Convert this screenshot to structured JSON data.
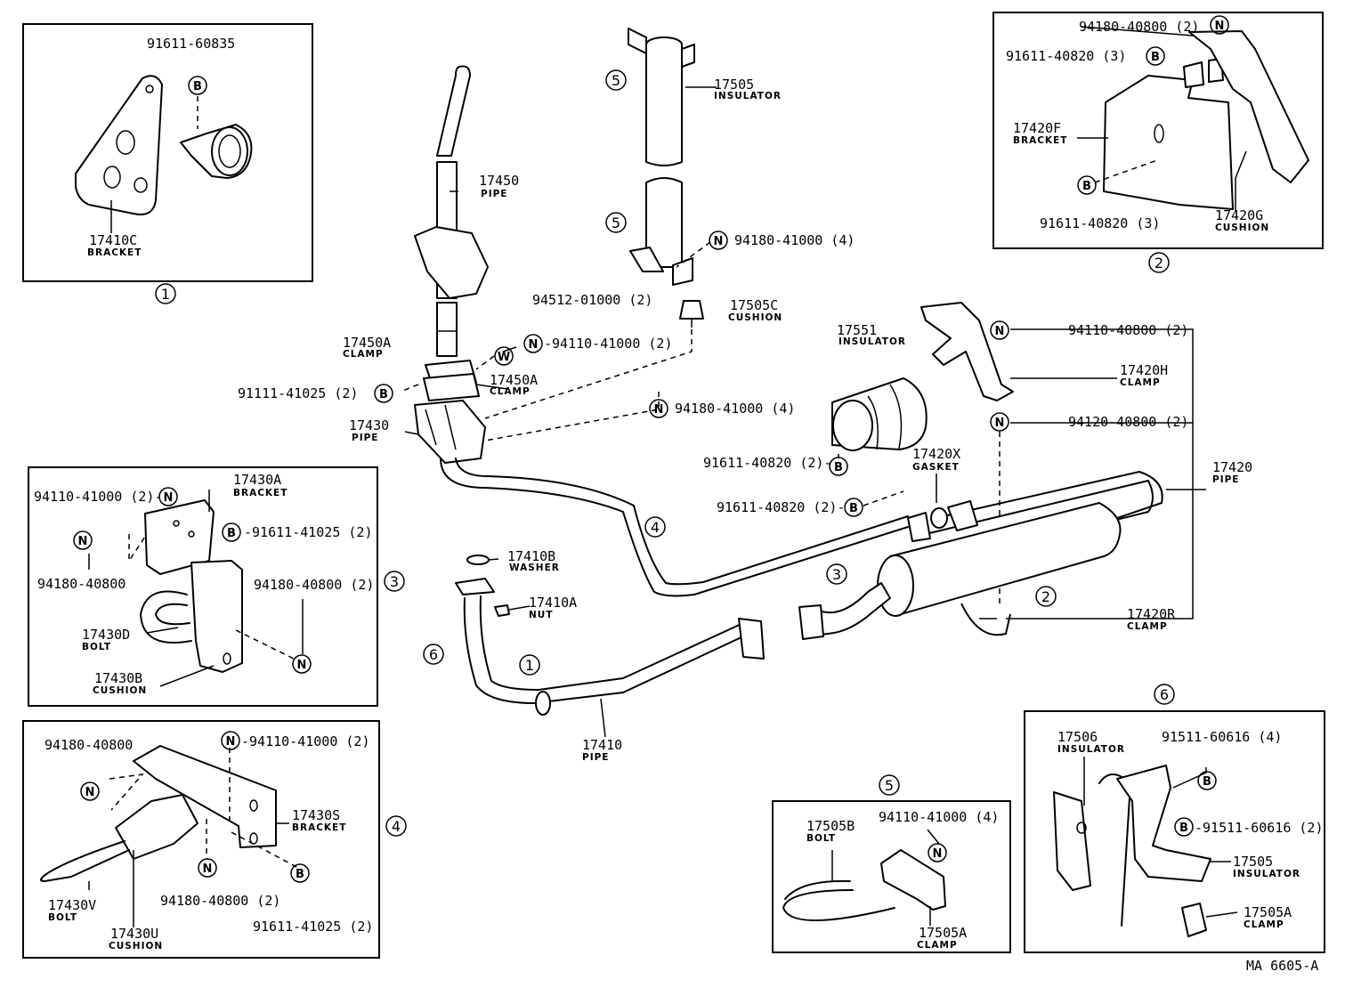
{
  "drawing_code": "MA 6605-A",
  "circle_numbers": [
    "1",
    "2",
    "3",
    "4",
    "5",
    "6"
  ],
  "symbols": {
    "bolt": "B",
    "nut": "N",
    "washer": "W"
  },
  "parts": {
    "p17410c": {
      "num": "17410C",
      "name": "BRACKET"
    },
    "p91611_60835": {
      "num": "91611-60835"
    },
    "p17450": {
      "num": "17450",
      "name": "PIPE"
    },
    "p17450a_1": {
      "num": "17450A",
      "name": "CLAMP"
    },
    "p17450a_2": {
      "num": "17450A",
      "name": "CLAMP"
    },
    "p91111_41025": {
      "num": "91111-41025 (2)"
    },
    "p17430": {
      "num": "17430",
      "name": "PIPE"
    },
    "p94512_01000": {
      "num": "94512-01000 (2)"
    },
    "p94110_41000_a": {
      "num": "-94110-41000 (2)"
    },
    "p17505_top": {
      "num": "17505",
      "name": "INSULATOR"
    },
    "p94180_41000_a": {
      "num": "94180-41000 (4)"
    },
    "p17505c": {
      "num": "17505C",
      "name": "CUSHION"
    },
    "p94180_41000_b": {
      "num": "94180-41000 (4)"
    },
    "p17551": {
      "num": "17551",
      "name": "INSULATOR"
    },
    "p91611_40820_a": {
      "num": "91611-40820 (2)-"
    },
    "p17420x": {
      "num": "17420X",
      "name": "GASKET"
    },
    "p91611_40820_b": {
      "num": "91611-40820 (2)-"
    },
    "p94110_40800": {
      "num": "94110-40800 (2)"
    },
    "p17420h": {
      "num": "17420H",
      "name": "CLAMP"
    },
    "p94120_40800": {
      "num": "94120-40800 (2)"
    },
    "p17420": {
      "num": "17420",
      "name": "PIPE"
    },
    "p17420r": {
      "num": "17420R",
      "name": "CLAMP"
    },
    "p17410b": {
      "num": "17410B",
      "name": "WASHER"
    },
    "p17410a": {
      "num": "17410A",
      "name": "NUT"
    },
    "p17410": {
      "num": "17410",
      "name": "PIPE"
    },
    "box2_94180_40800": {
      "num": "94180-40800 (2)"
    },
    "box2_91611_40820_a": {
      "num": "91611-40820 (3)"
    },
    "box2_17420f": {
      "num": "17420F",
      "name": "BRACKET"
    },
    "box2_91611_40820_b": {
      "num": "91611-40820 (3)"
    },
    "box2_17420g": {
      "num": "17420G",
      "name": "CUSHION"
    },
    "box3_17430a": {
      "num": "17430A",
      "name": "BRACKET"
    },
    "box3_94110_41000": {
      "num": "94110-41000 (2)-"
    },
    "box3_91611_41025": {
      "num": "-91611-41025 (2)"
    },
    "box3_94180_40800_a": {
      "num": "94180-40800"
    },
    "box3_94180_40800_b": {
      "num": "94180-40800 (2)"
    },
    "box3_17430d": {
      "num": "17430D",
      "name": "BOLT"
    },
    "box3_17430b": {
      "num": "17430B",
      "name": "CUSHION"
    },
    "box4_94180_40800": {
      "num": "94180-40800"
    },
    "box4_94110_41000": {
      "num": "-94110-41000 (2)"
    },
    "box4_17430s": {
      "num": "17430S",
      "name": "BRACKET"
    },
    "box4_17430v": {
      "num": "17430V",
      "name": "BOLT"
    },
    "box4_17430u": {
      "num": "17430U",
      "name": "CUSHION"
    },
    "box4_94180_40800_b": {
      "num": "94180-40800 (2)"
    },
    "box4_91611_41025": {
      "num": "91611-41025 (2)"
    },
    "box5_17505b": {
      "num": "17505B",
      "name": "BOLT"
    },
    "box5_94110_41000": {
      "num": "94110-41000 (4)"
    },
    "box5_17505a": {
      "num": "17505A",
      "name": "CLAMP"
    },
    "box6_17506": {
      "num": "17506",
      "name": "INSULATOR"
    },
    "box6_91511_60616_a": {
      "num": "91511-60616 (4)"
    },
    "box6_91511_60616_b": {
      "num": "-91511-60616 (2)"
    },
    "box6_17505": {
      "num": "17505",
      "name": "INSULATOR"
    },
    "box6_17505a": {
      "num": "17505A",
      "name": "CLAMP"
    }
  }
}
